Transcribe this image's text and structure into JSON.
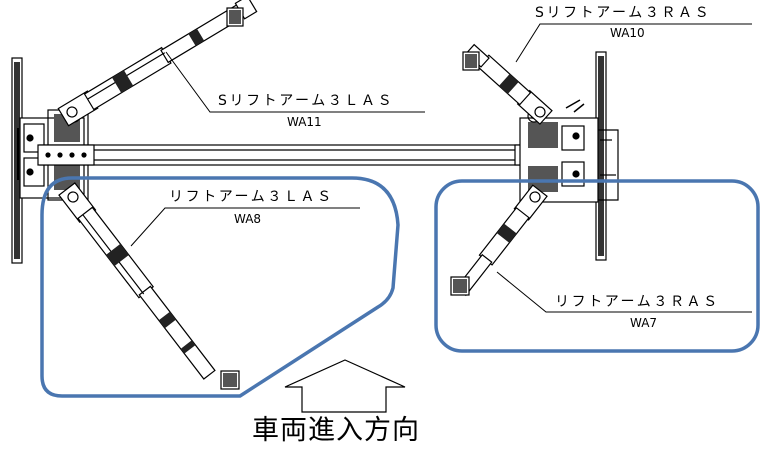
{
  "labels": {
    "s_arm_3ras": {
      "name": "Sリフトアーム３ＲＡＳ",
      "code": "WA10"
    },
    "s_arm_3las": {
      "name": "Sリフトアーム３ＬＡＳ",
      "code": "WA11"
    },
    "arm_3las": {
      "name": "リフトアーム３ＬＡＳ",
      "code": "WA8"
    },
    "arm_3ras": {
      "name": "リフトアーム３ＲＡＳ",
      "code": "WA7"
    }
  },
  "direction": {
    "label": "車両進入方向"
  },
  "colors": {
    "highlight": "#4a76b0",
    "line": "#000000",
    "background": "#ffffff"
  }
}
